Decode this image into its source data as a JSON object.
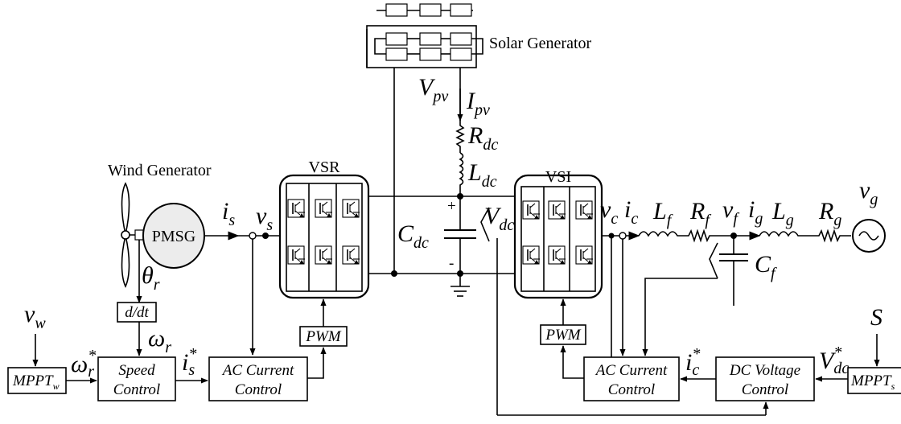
{
  "labels": {
    "solar_generator": "Solar Generator",
    "wind_generator": "Wind Generator",
    "vsr": "VSR",
    "vsi": "VSI",
    "pmsg": "PMSG",
    "pwm_left": "PWM",
    "pwm_right": "PWM",
    "d_dt": "d/dt",
    "mppt_w": "MPPT",
    "mppt_w_sub": "w",
    "mppt_s": "MPPT",
    "mppt_s_sub": "s",
    "speed_control_1": "Speed",
    "speed_control_2": "Control",
    "ac_current_left_1": "AC Current",
    "ac_current_left_2": "Control",
    "ac_current_right_1": "AC Current",
    "ac_current_right_2": "Control",
    "dc_voltage_1": "DC Voltage",
    "dc_voltage_2": "Control",
    "plus": "+",
    "minus": "-"
  },
  "symbols": {
    "v_pv": {
      "base": "V",
      "sub": "pv"
    },
    "i_pv": {
      "base": "I",
      "sub": "pv"
    },
    "r_dc": {
      "base": "R",
      "sub": "dc"
    },
    "l_dc": {
      "base": "L",
      "sub": "dc"
    },
    "c_dc": {
      "base": "C",
      "sub": "dc"
    },
    "v_dc": {
      "base": "V",
      "sub": "dc"
    },
    "i_s": {
      "base": "i",
      "sub": "s"
    },
    "v_s": {
      "base": "v",
      "sub": "s"
    },
    "theta_r": {
      "base": "θ",
      "sub": "r"
    },
    "omega_r": {
      "base": "ω",
      "sub": "r"
    },
    "v_w": {
      "base": "v",
      "sub": "w"
    },
    "omega_r_star": {
      "base": "ω",
      "sub": "r",
      "sup": "*"
    },
    "i_s_star": {
      "base": "i",
      "sub": "s",
      "sup": "*"
    },
    "v_c": {
      "base": "v",
      "sub": "c"
    },
    "i_c": {
      "base": "i",
      "sub": "c"
    },
    "l_f": {
      "base": "L",
      "sub": "f"
    },
    "r_f": {
      "base": "R",
      "sub": "f"
    },
    "v_f": {
      "base": "v",
      "sub": "f"
    },
    "i_g": {
      "base": "i",
      "sub": "g"
    },
    "l_g": {
      "base": "L",
      "sub": "g"
    },
    "r_g": {
      "base": "R",
      "sub": "g"
    },
    "v_g": {
      "base": "v",
      "sub": "g"
    },
    "c_f": {
      "base": "C",
      "sub": "f"
    },
    "i_c_star": {
      "base": "i",
      "sub": "c",
      "sup": "*"
    },
    "v_dc_star": {
      "base": "V",
      "sub": "dc",
      "sup": "*"
    },
    "s": {
      "base": "S"
    }
  }
}
